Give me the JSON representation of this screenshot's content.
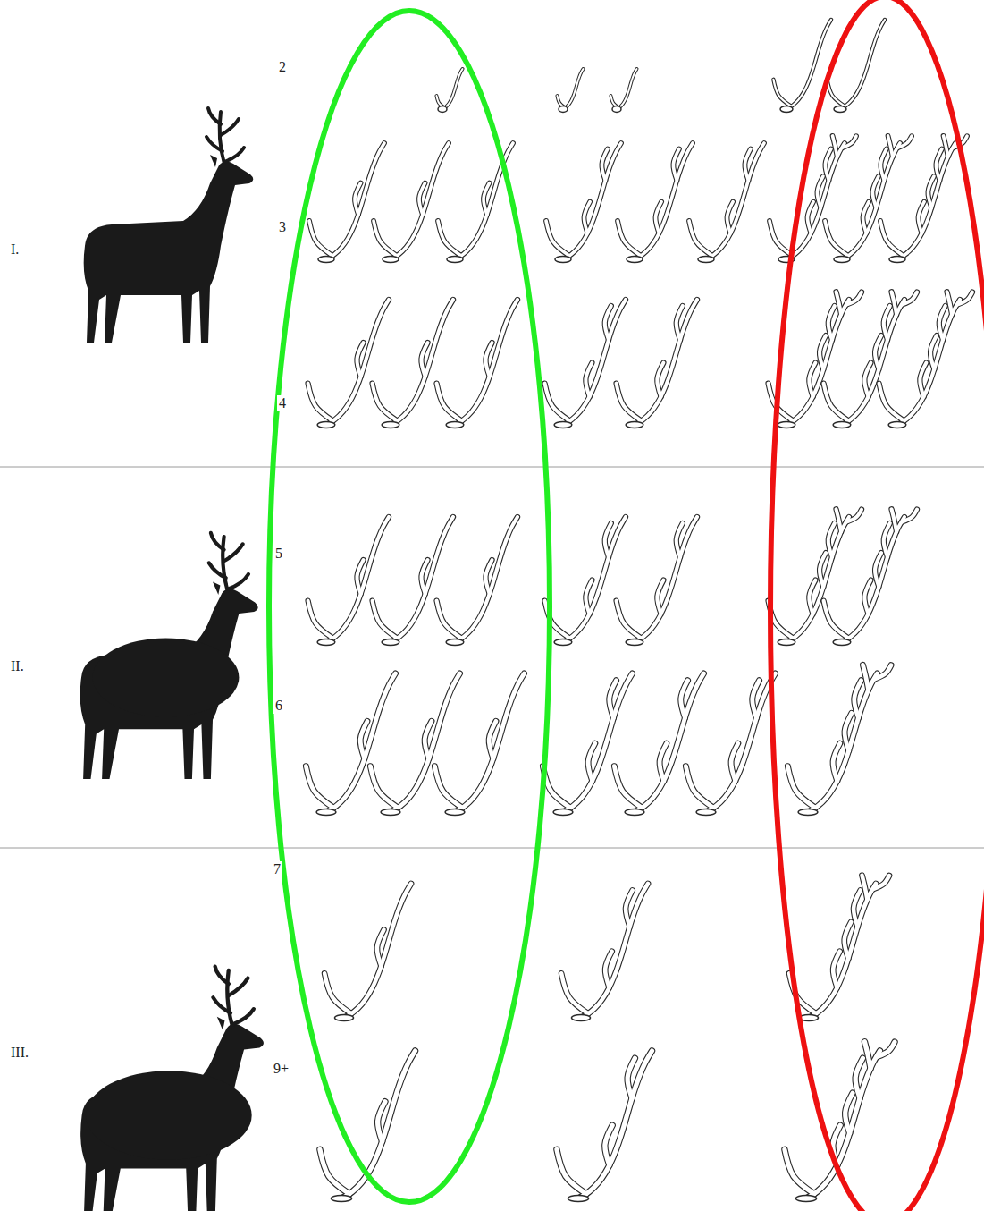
{
  "diagram": {
    "labels": [
      "2",
      "3",
      "4",
      "5",
      "6",
      "7",
      "9+",
      "I.",
      "II.",
      "III."
    ]
  }
}
